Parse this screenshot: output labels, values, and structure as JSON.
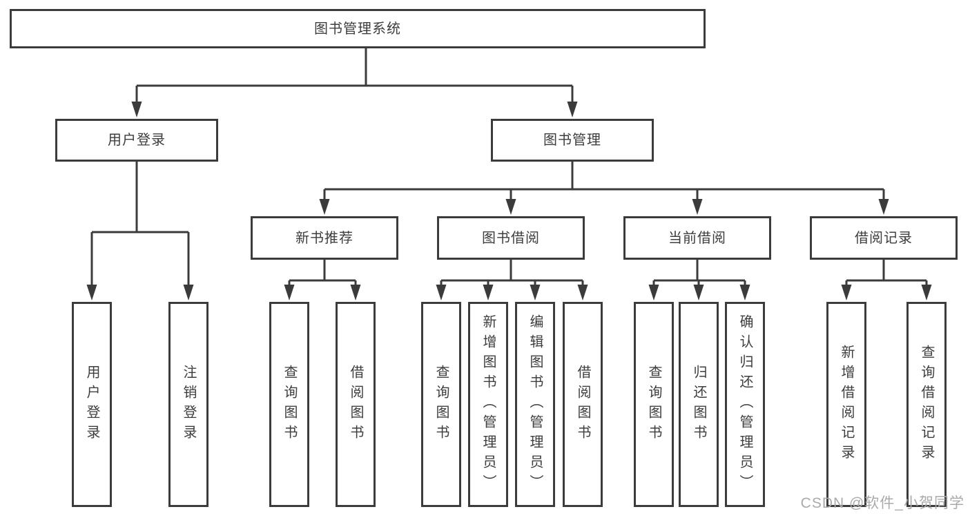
{
  "diagram": {
    "type": "tree",
    "root": {
      "label": "图书管理系统",
      "children": [
        {
          "label": "用户登录",
          "children": [
            {
              "label": "用户登录"
            },
            {
              "label": "注销登录"
            }
          ]
        },
        {
          "label": "图书管理",
          "children": [
            {
              "label": "新书推荐",
              "children": [
                {
                  "label": "查询图书"
                },
                {
                  "label": "借阅图书"
                }
              ]
            },
            {
              "label": "图书借阅",
              "children": [
                {
                  "label": "查询图书"
                },
                {
                  "label": "新增图书（管理员）"
                },
                {
                  "label": "编辑图书（管理员）"
                },
                {
                  "label": "借阅图书"
                }
              ]
            },
            {
              "label": "当前借阅",
              "children": [
                {
                  "label": "查询图书"
                },
                {
                  "label": "归还图书"
                },
                {
                  "label": "确认归还（管理员）"
                }
              ]
            },
            {
              "label": "借阅记录",
              "children": [
                {
                  "label": "新增借阅记录"
                },
                {
                  "label": "查询借阅记录"
                }
              ]
            }
          ]
        }
      ]
    }
  },
  "watermark": {
    "text": "CSDN @软件_小贺同学"
  },
  "colors": {
    "line": "#3b3b3b",
    "text": "#3d3d3d",
    "background": "#ffffff",
    "watermark": "#aaaaaa"
  }
}
